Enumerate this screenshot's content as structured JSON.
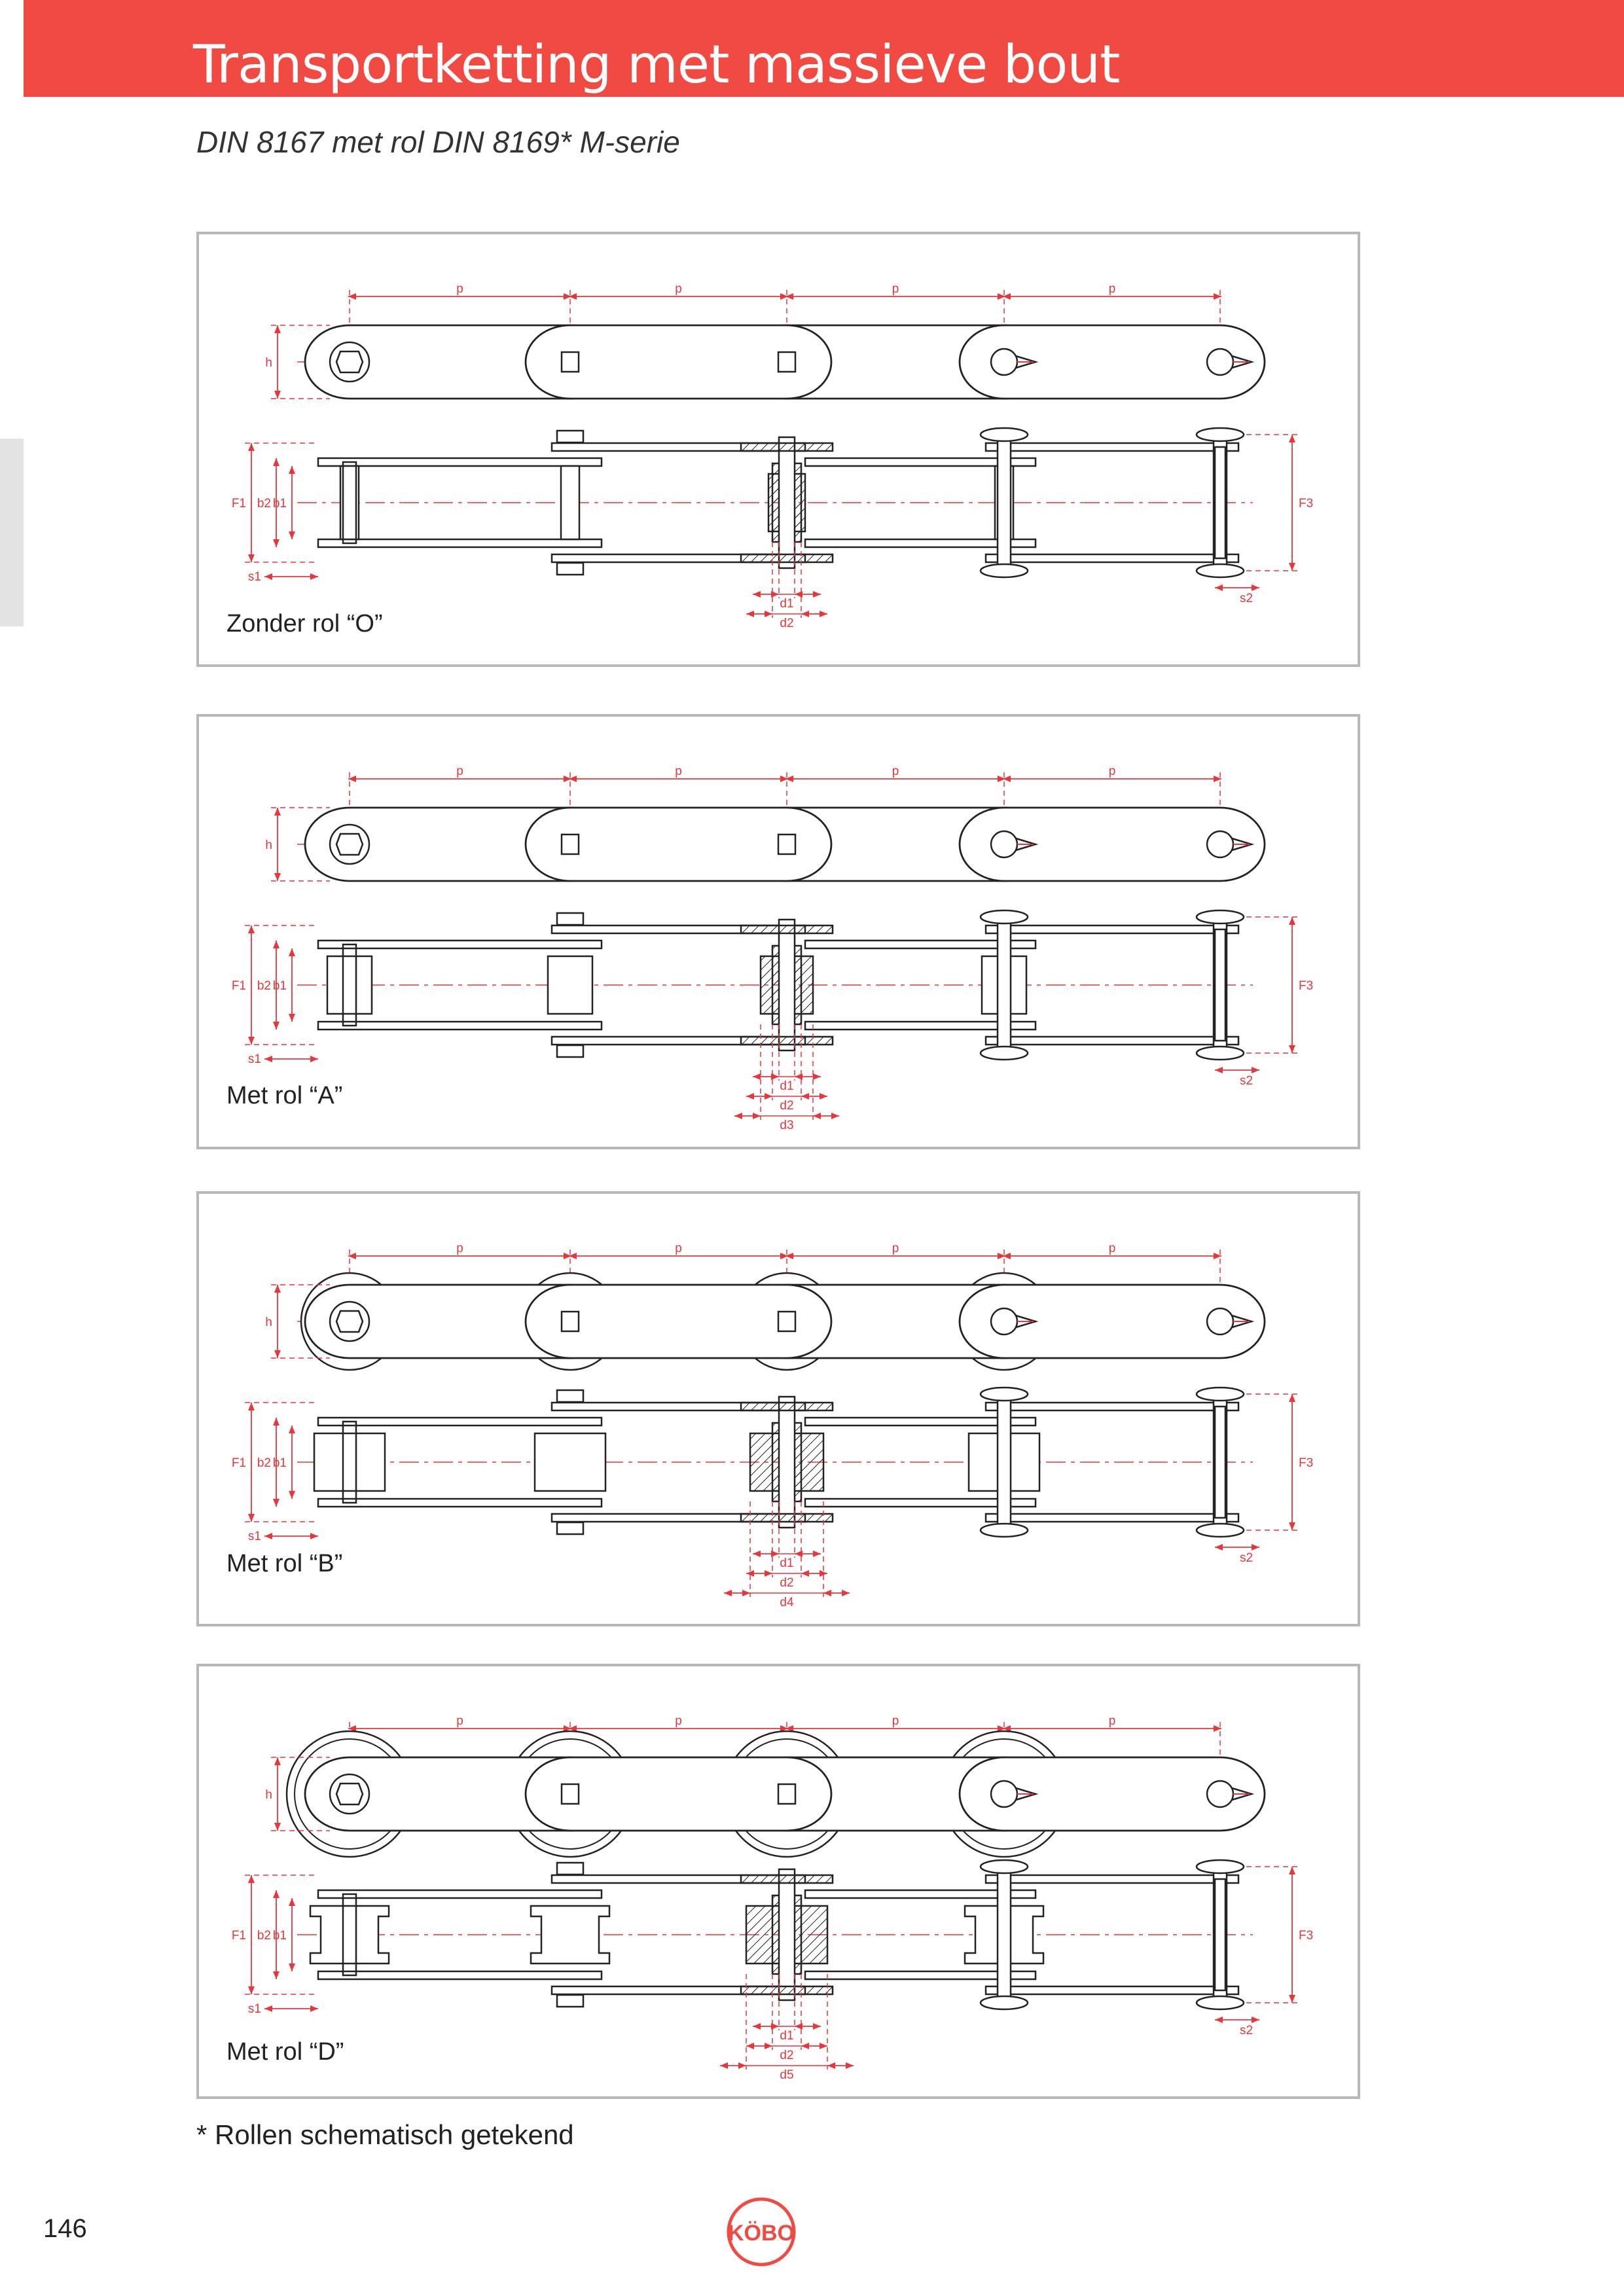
{
  "header": {
    "title": "Transportketting met massieve bout",
    "subtitle": "DIN 8167 met rol DIN 8169* M-serie"
  },
  "panels": [
    {
      "label": "Zonder rol “O”",
      "roller": "none",
      "bottom_dims": [
        "d1",
        "d2"
      ]
    },
    {
      "label": "Met rol “A”",
      "roller": "A",
      "bottom_dims": [
        "d1",
        "d2",
        "d3"
      ]
    },
    {
      "label": "Met rol “B”",
      "roller": "B",
      "bottom_dims": [
        "d1",
        "d2",
        "d4"
      ]
    },
    {
      "label": "Met rol “D”",
      "roller": "D",
      "bottom_dims": [
        "d1",
        "d2",
        "d5"
      ]
    }
  ],
  "dimensions": {
    "pitch": "p",
    "height": "h",
    "b1": "b1",
    "b2": "b2",
    "F1": "F1",
    "F3": "F3",
    "s1": "s1",
    "s2": "s2"
  },
  "footnote": "* Rollen schematisch getekend",
  "page_number": "146",
  "logo": {
    "name": "köbo-logo",
    "text": "KÖBO"
  },
  "colors": {
    "header": "#f04a43",
    "dimension": "#e8363a",
    "line": "#222222",
    "panel_border": "#b8b8b8",
    "side_tab": "#e3e3e3"
  }
}
